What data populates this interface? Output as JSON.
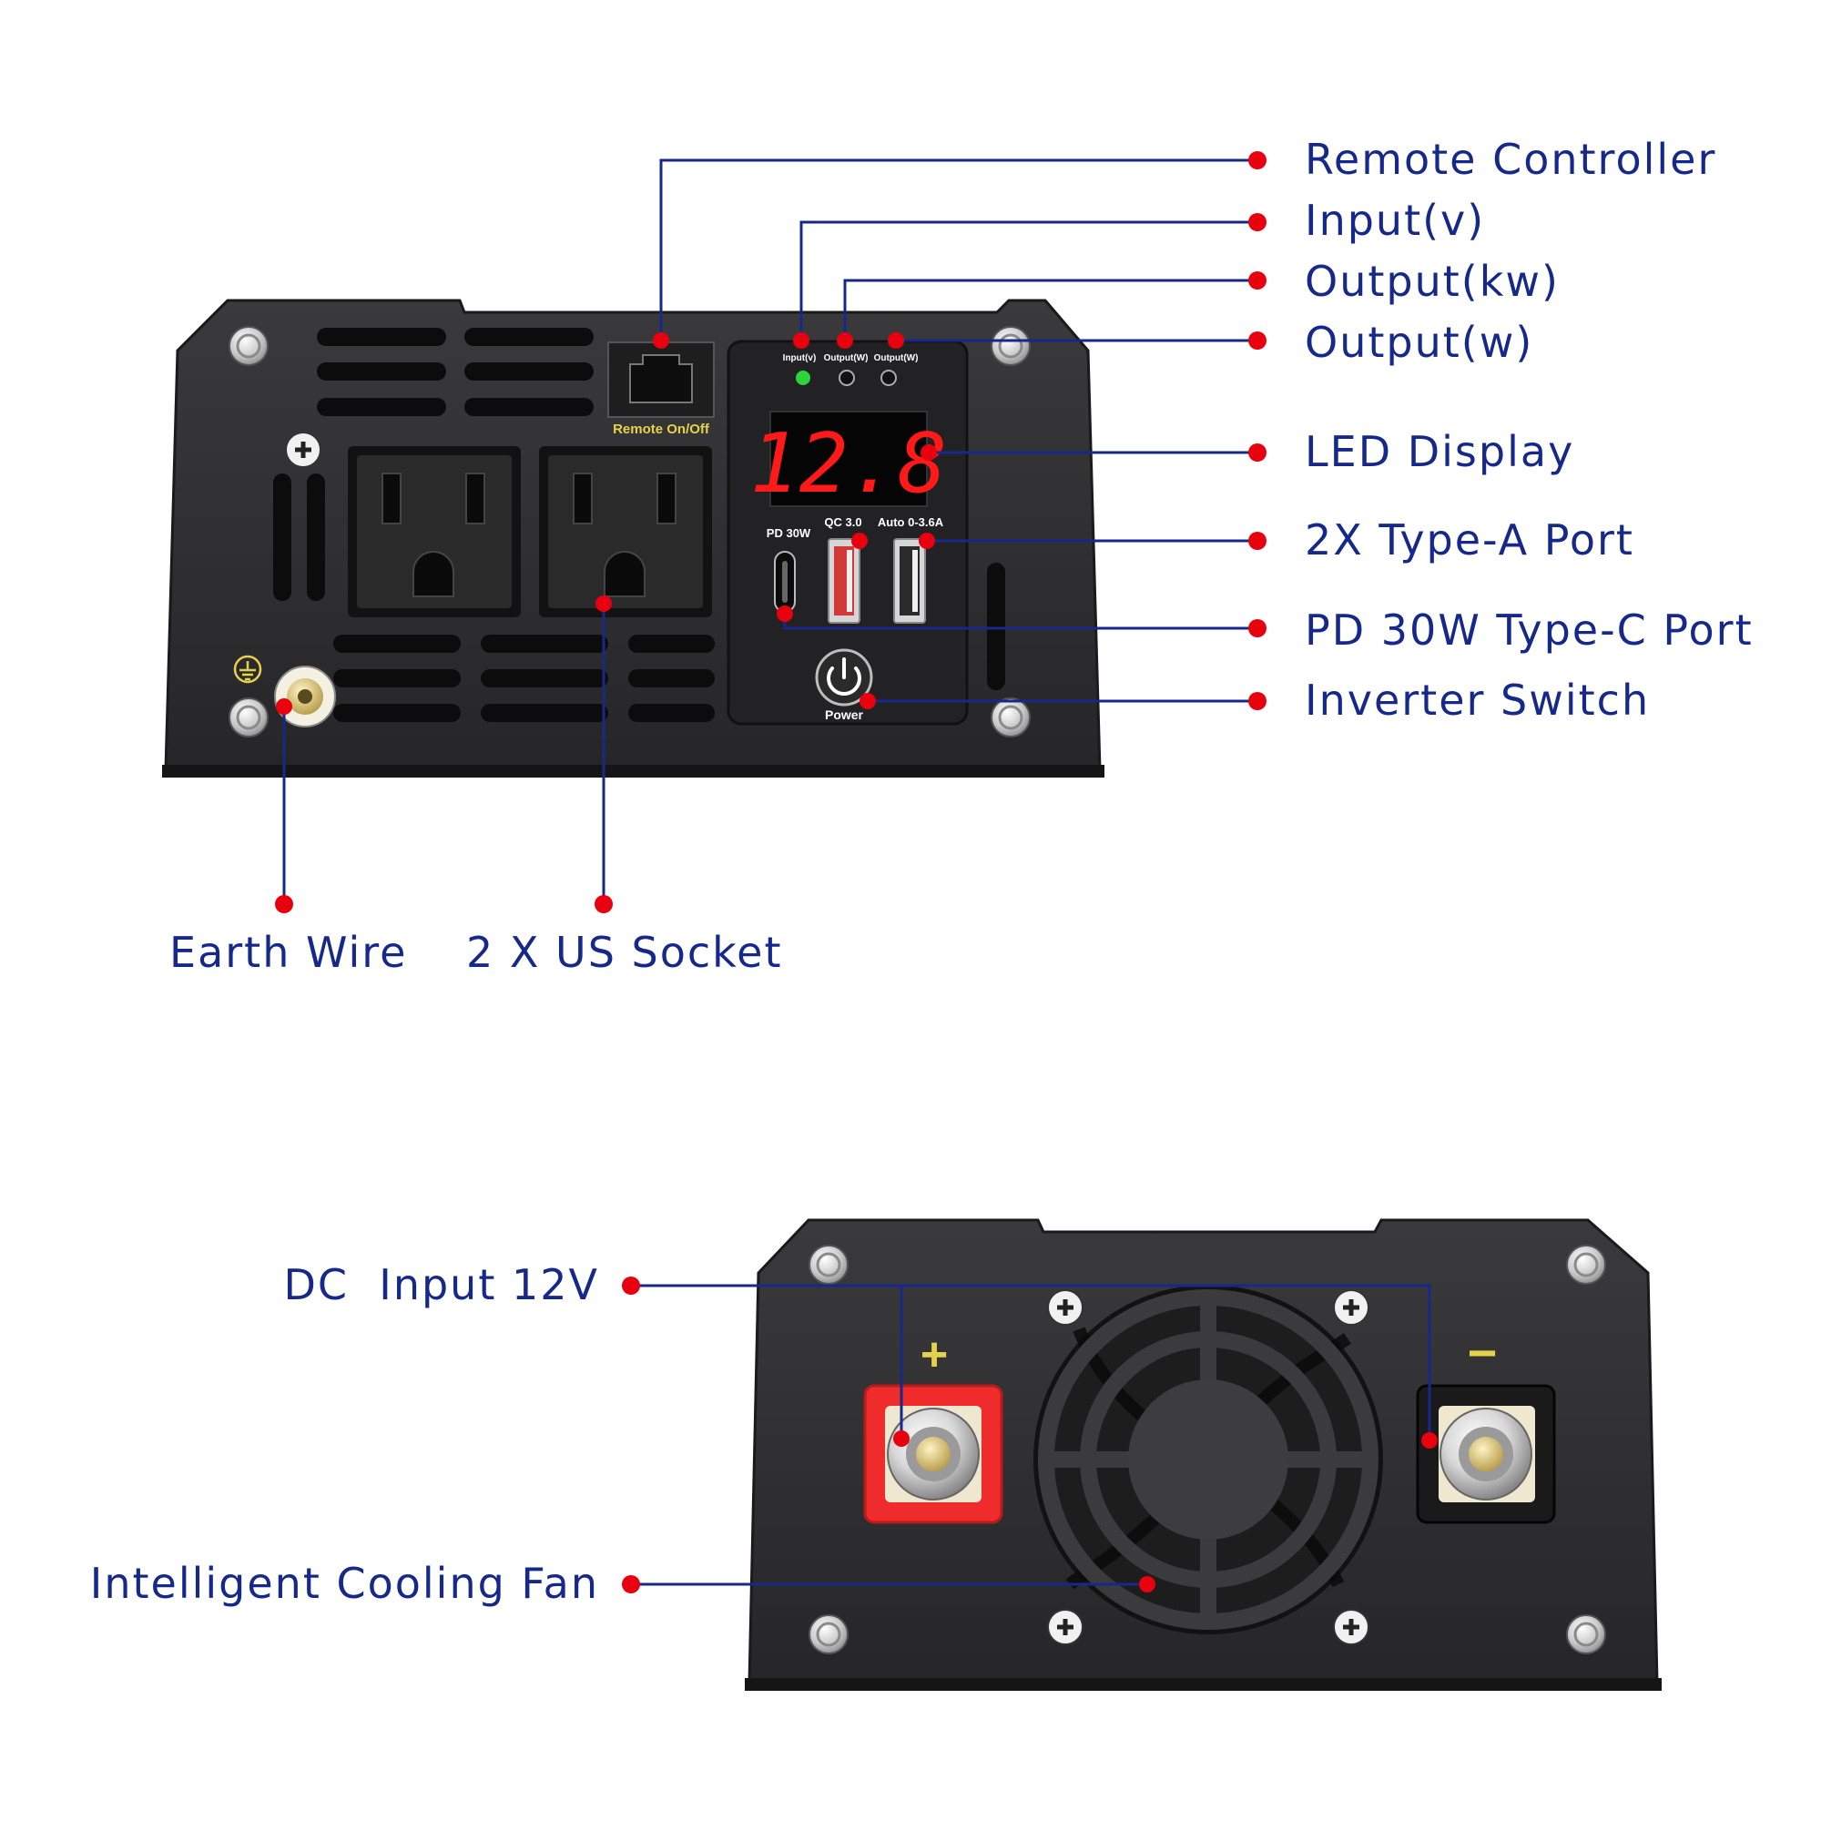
{
  "colors": {
    "label": "#16298a",
    "leader_line": "#16298a",
    "callout_dot": "#e8000f",
    "housing": "#2f2f31",
    "housing_dark": "#1b1b1c",
    "led_digits": "#ff1a1a",
    "accent_yellow": "#e6d24a",
    "indicator_green": "#2bd33c",
    "terminal_red": "#ef2b2b"
  },
  "front_panel": {
    "remote_label": "Remote On/Off",
    "indicators": [
      "Input(v)",
      "Output(W)",
      "Output(W)"
    ],
    "led_value": "12.8",
    "pd_label": "PD 30W",
    "qc_label": "QC 3.0",
    "auto_label": "Auto 0-3.6A",
    "power_label": "Power"
  },
  "rear_panel": {
    "plus_symbol": "+",
    "minus_symbol": "−"
  },
  "callouts": {
    "remote_controller": "Remote Controller",
    "input_v": "Input(v)",
    "output_kw": "Output(kw)",
    "output_w": "Output(w)",
    "led_display": "LED Display",
    "type_a_port": "2X Type-A Port",
    "type_c_port": "PD 30W Type-C Port",
    "inverter_switch": "Inverter Switch",
    "earth_wire": "Earth Wire",
    "us_socket": "2 X US Socket",
    "dc_input": "DC  Input 12V",
    "cooling_fan": "Intelligent Cooling Fan"
  },
  "icons": [
    "screw-icon",
    "ground-symbol-icon",
    "power-icon",
    "plus-icon",
    "minus-icon",
    "fan-icon"
  ]
}
